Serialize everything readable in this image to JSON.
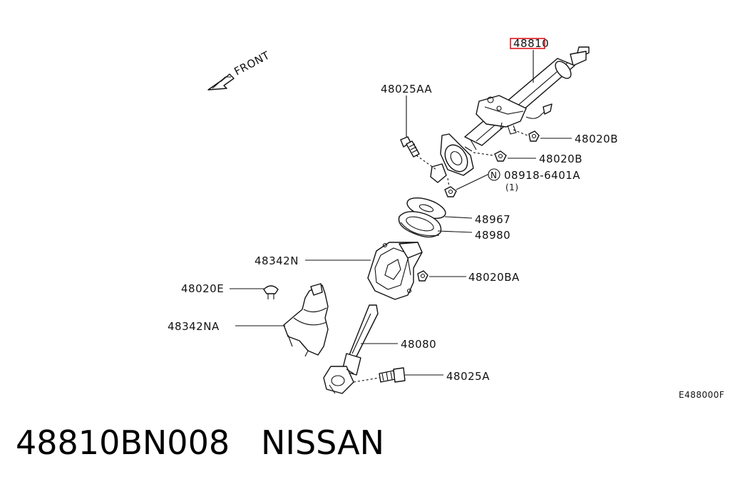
{
  "diagram": {
    "direction_label": "FRONT",
    "figure_code": "E488000F",
    "highlight_color": "#e0141e",
    "callouts": {
      "p48810": "48810",
      "p48025AA": "48025AA",
      "p48020B_1": "48020B",
      "p48020B_2": "48020B",
      "p08918": "08918-6401A",
      "p08918_qty": "(1)",
      "nut_symbol": "N",
      "p48967": "48967",
      "p48980": "48980",
      "p48342N": "48342N",
      "p48020BA": "48020BA",
      "p48020E": "48020E",
      "p48342NA": "48342NA",
      "p48080": "48080",
      "p48025A": "48025A"
    }
  },
  "footer": {
    "part_number": "48810BN008",
    "brand": "NISSAN"
  }
}
